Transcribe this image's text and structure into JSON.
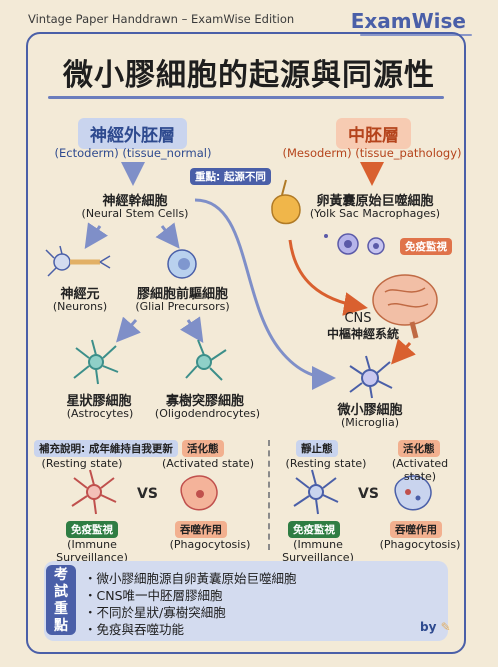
{
  "header": {
    "edition": "Vintage Paper Handdrawn – ExamWise Edition",
    "brand": "ExamWise"
  },
  "title": "微小膠細胞的起源與同源性",
  "left": {
    "pill": "神經外胚層",
    "sub": "(Ectoderm) (tissue_normal)",
    "key_note": "重點: 起源不同",
    "nsc_zh": "神經幹細胞",
    "nsc_en": "(Neural Stem Cells)",
    "neuron_zh": "神經元",
    "neuron_en": "(Neurons)",
    "glial_zh": "膠細胞前驅細胞",
    "glial_en": "(Glial Precursors)",
    "astro_zh": "星狀膠細胞",
    "astro_en": "(Astrocytes)",
    "oligo_zh": "寡樹突膠細胞",
    "oligo_en": "(Oligodendrocytes)",
    "supplement": "補充說明: 成年維持自我更新",
    "activated": "活化態",
    "resting_en": "(Resting state)",
    "activated_en": "(Activated state)",
    "vs": "VS",
    "immune": "免疫監視",
    "immune_en": "(Immune Surveillance)",
    "phago": "吞噬作用",
    "phago_en": "(Phagocytosis)"
  },
  "right": {
    "pill": "中胚層",
    "sub": "(Mesoderm) (tissue_pathology)",
    "yolk_zh": "卵黃囊原始巨噬細胞",
    "yolk_en": "(Yolk Sac Macrophages)",
    "immune_tag": "免疫監視",
    "cns_en": "CNS",
    "cns_zh": "中樞神經系統",
    "micro_zh": "微小膠細胞",
    "micro_en": "(Microglia)",
    "resting": "靜止態",
    "activated": "活化態",
    "resting_en": "(Resting state)",
    "activated_en": "(Activated state)",
    "vs": "VS",
    "immune": "免疫監視",
    "immune_en": "(Immune Surveillance)",
    "phago": "吞噬作用",
    "phago_en": "(Phagocytosis)"
  },
  "exam": {
    "tag_chars": [
      "考",
      "試",
      "重",
      "點"
    ],
    "items": [
      "・微小膠細胞源自卵黃囊原始巨噬細胞",
      "・CNS唯一中胚層膠細胞",
      "・不同於星狀/寡樹突細胞",
      "・免疫與吞噬功能"
    ],
    "by": "by"
  },
  "colors": {
    "blue": "#4a5fa8",
    "orange": "#e0734a",
    "paper": "#f3ead7",
    "green": "#2f7d43"
  }
}
